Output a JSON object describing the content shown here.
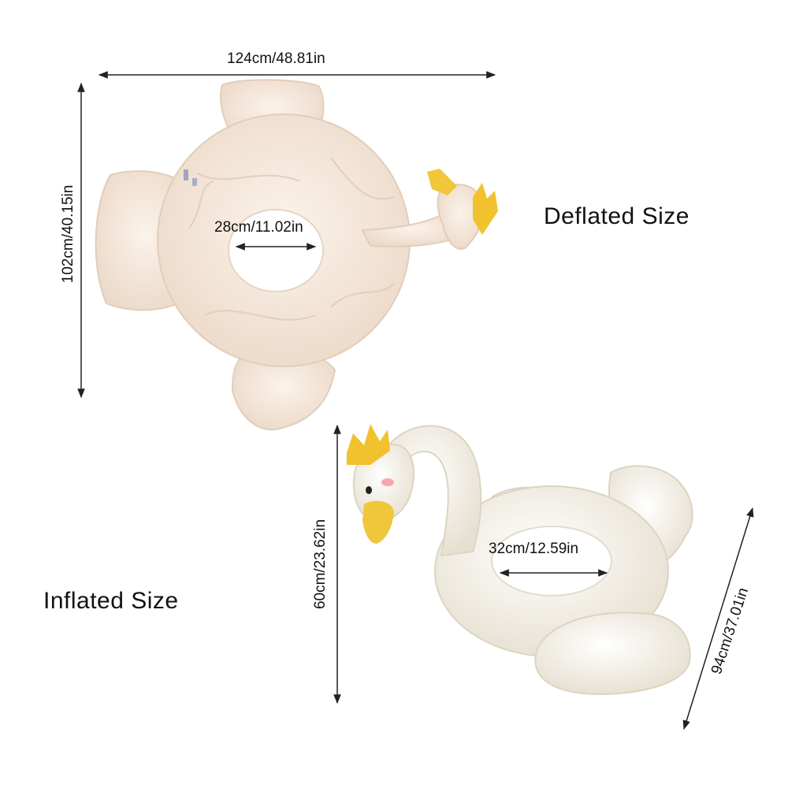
{
  "deflated": {
    "title": "Deflated Size",
    "width_label": "124cm/48.81in",
    "height_label": "102cm/40.15in",
    "hole_label": "28cm/11.02in"
  },
  "inflated": {
    "title": "Inflated Size",
    "height_label": "60cm/23.62in",
    "hole_label": "32cm/12.59in",
    "length_label": "94cm/37.01in"
  },
  "colors": {
    "vinyl": "#f7ebe0",
    "vinyl_shade": "#e9d6c6",
    "inflated_body": "#f8f5ee",
    "inflated_shade": "#e3dccd",
    "crown": "#f2c12e",
    "beak": "#f0c63a",
    "cheek": "#f4a7b0",
    "eye": "#222222"
  }
}
